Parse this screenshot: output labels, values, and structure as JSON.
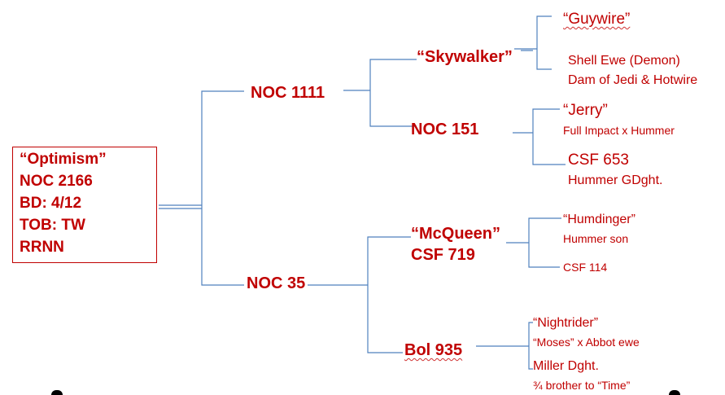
{
  "colors": {
    "text": "#c00000",
    "lines": "#4f81bd",
    "box_border": "#c00000"
  },
  "root": {
    "lines": [
      "“Optimism”",
      "NOC 2166",
      "BD:  4/12",
      "TOB: TW",
      "RRNN"
    ]
  },
  "gen1": {
    "sire": "NOC 1111",
    "dam": "NOC 35"
  },
  "gen2": {
    "sire_sire": "“Skywalker”",
    "sire_dam": "NOC 151",
    "dam_sire": [
      "“McQueen”",
      "CSF 719"
    ],
    "dam_dam": "Bol 935"
  },
  "gen3": {
    "skywalker_sire": "“Guywire”",
    "skywalker_dam": [
      "Shell Ewe (Demon)",
      "Dam of Jedi & Hotwire"
    ],
    "noc151_sire": [
      "“Jerry”",
      "Full Impact x Hummer"
    ],
    "noc151_dam": [
      "CSF 653",
      "Hummer GDght."
    ],
    "mcqueen_sire": [
      "“Humdinger”",
      "Hummer son"
    ],
    "mcqueen_dam": "CSF 114",
    "bol935_sire": [
      "“Nightrider”",
      "“Moses” x Abbot ewe"
    ],
    "bol935_dam": [
      "Miller Dght.",
      "¾ brother to “Time”"
    ]
  }
}
